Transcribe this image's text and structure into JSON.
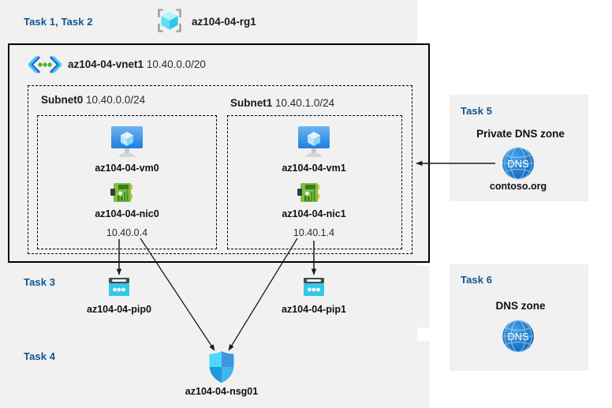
{
  "diagram": {
    "title": "Azure AZ-104 Lab 04 architecture",
    "colors": {
      "panel_bg": "#f1f1f1",
      "task_label": "#12558c",
      "vm_blue": "#3c91e6",
      "nic_green": "#6aab3f",
      "pip_cyan": "#32c8e8",
      "dns_blue": "#1f7fd4",
      "shield_blue": "#36bcf7",
      "rg_cube": "#5fe0f5",
      "vnet_bracket": "#2560d8",
      "vnet_dots": "#4caf2f",
      "arrow": "#1a1a1a"
    }
  },
  "resource_group": {
    "task_label": "Task 1, Task 2",
    "icon": "resource-group-icon",
    "name": "az104-04-rg1"
  },
  "vnet": {
    "icon": "virtual-network-icon",
    "name": "az104-04-vnet1",
    "cidr": "10.40.0.0/20"
  },
  "subnets": [
    {
      "name": "Subnet0",
      "cidr": "10.40.0.0/24",
      "vm": {
        "icon": "virtual-machine-icon",
        "name": "az104-04-vm0"
      },
      "nic": {
        "icon": "network-interface-icon",
        "name": "az104-04-nic0",
        "ip": "10.40.0.4"
      }
    },
    {
      "name": "Subnet1",
      "cidr": "10.40.1.0/24",
      "vm": {
        "icon": "virtual-machine-icon",
        "name": "az104-04-vm1"
      },
      "nic": {
        "icon": "network-interface-icon",
        "name": "az104-04-nic1",
        "ip": "10.40.1.4"
      }
    }
  ],
  "task3": {
    "task_label": "Task 3",
    "public_ips": [
      {
        "icon": "public-ip-address-icon",
        "name": "az104-04-pip0"
      },
      {
        "icon": "public-ip-address-icon",
        "name": "az104-04-pip1"
      }
    ]
  },
  "task4": {
    "task_label": "Task 4",
    "nsg": {
      "icon": "network-security-group-icon",
      "name": "az104-04-nsg01"
    }
  },
  "task5": {
    "task_label": "Task 5",
    "heading": "Private DNS zone",
    "icon": "dns-zone-icon",
    "icon_text": "DNS",
    "zone_name": "contoso.org"
  },
  "task6": {
    "task_label": "Task 6",
    "heading": "DNS zone",
    "icon": "dns-zone-icon",
    "icon_text": "DNS"
  },
  "connections": [
    {
      "name": "nic0-to-pip0",
      "kind": "arrow",
      "from": "az104-04-nic0",
      "to": "az104-04-pip0"
    },
    {
      "name": "nic1-to-pip1",
      "kind": "arrow",
      "from": "az104-04-nic1",
      "to": "az104-04-pip1"
    },
    {
      "name": "nic0-to-nsg",
      "kind": "arrow",
      "from": "az104-04-nic0",
      "to": "az104-04-nsg01"
    },
    {
      "name": "nic1-to-nsg",
      "kind": "arrow",
      "from": "az104-04-nic1",
      "to": "az104-04-nsg01"
    },
    {
      "name": "private-dns-to-vnet",
      "kind": "arrow",
      "from": "contoso.org",
      "to": "Subnet1"
    }
  ]
}
